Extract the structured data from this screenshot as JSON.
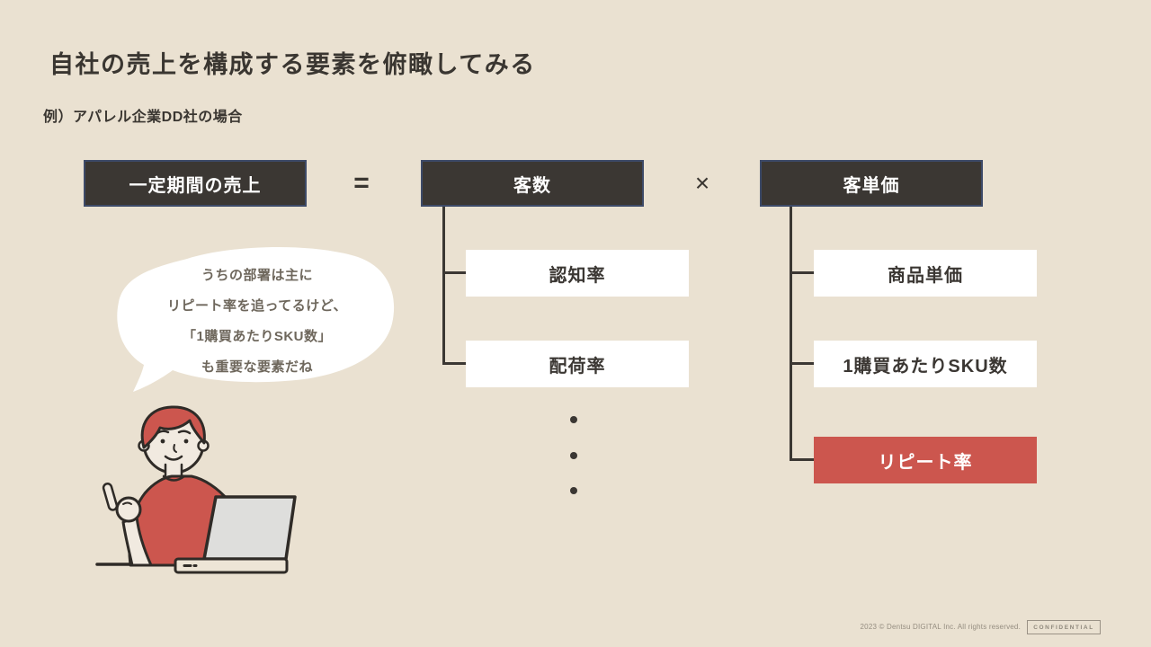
{
  "slide": {
    "title": "自社の売上を構成する要素を俯瞰してみる",
    "subtitle": "例）アパレル企業DD社の場合",
    "formula": {
      "result_label": "一定期間の売上",
      "equals_sign": "=",
      "factor1_label": "客数",
      "multiply_sign": "×",
      "factor2_label": "客単価"
    },
    "factor1_children": [
      "認知率",
      "配荷率"
    ],
    "factor2_children": [
      "商品単価",
      "1購買あたりSKU数",
      "リピート率"
    ],
    "highlighted_child": "リピート率",
    "ellipsis_dot_count": 3,
    "speech_bubble": {
      "lines": [
        "うちの部署は主に",
        "リピート率を追ってるけど、",
        "「1購買あたりSKU数」",
        "も重要な要素だね"
      ]
    },
    "illustration": "person-pointing-with-laptop",
    "footer": {
      "copyright": "2023 © Dentsu DIGITAL Inc. All rights reserved.",
      "confidential_label": "CONFIDENTIAL"
    },
    "colors": {
      "background": "#EAE1D1",
      "box_dark_fill": "#3B3733",
      "box_dark_border": "#3D4A68",
      "accent_red": "#CC564E",
      "text_dark": "#3A3631",
      "bubble_text": "#6E675C",
      "footer_text": "#958D80"
    }
  }
}
